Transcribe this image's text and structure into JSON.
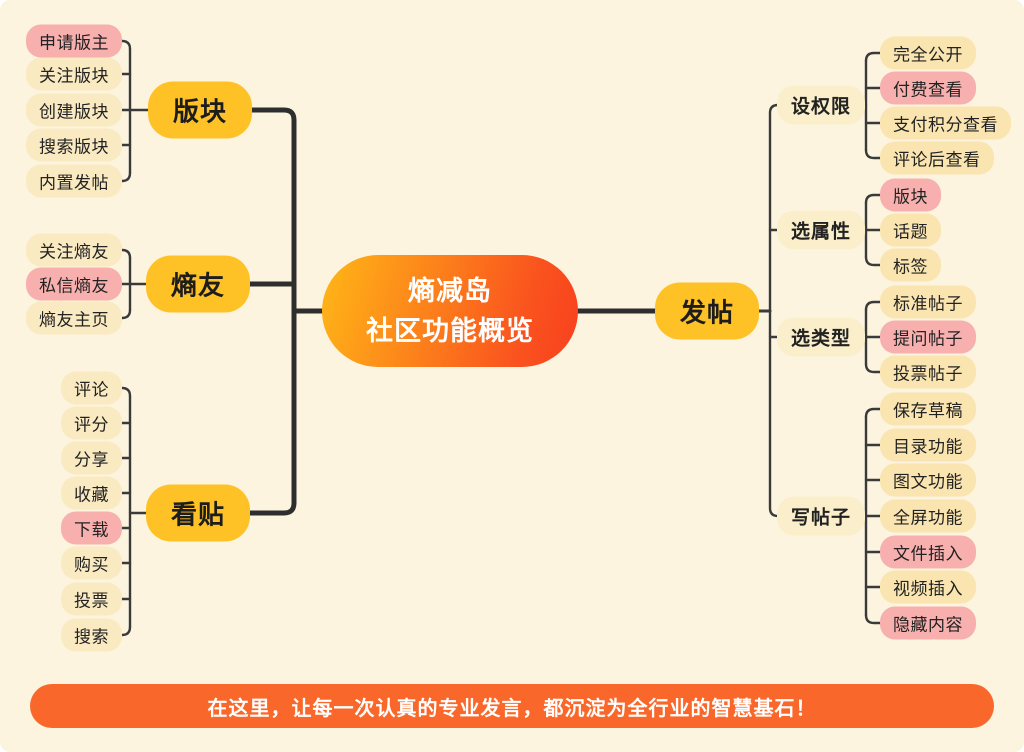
{
  "palette": {
    "background": "#FCF4DF",
    "branch_yellow": "#FFC226",
    "leaf_cream_left": "#FAEAC2",
    "leaf_cream_right": "#FAE5B0",
    "leaf_pink": "#F7B0AE",
    "sub_cream": "#FBEFCB",
    "center_gradient_start": "#FFB717",
    "center_gradient_end": "#F8401F",
    "banner_orange": "#F9682A",
    "wire_dark": "#333333"
  },
  "center": {
    "line1": "熵减岛",
    "line2": "社区功能概览"
  },
  "left_branches": [
    {
      "label": "版块",
      "children": [
        {
          "label": "申请版主",
          "color": "pink"
        },
        {
          "label": "关注版块",
          "color": "cream"
        },
        {
          "label": "创建版块",
          "color": "cream"
        },
        {
          "label": "搜索版块",
          "color": "cream"
        },
        {
          "label": "内置发帖",
          "color": "cream"
        }
      ]
    },
    {
      "label": "熵友",
      "children": [
        {
          "label": "关注熵友",
          "color": "cream"
        },
        {
          "label": "私信熵友",
          "color": "pink"
        },
        {
          "label": "熵友主页",
          "color": "cream"
        }
      ]
    },
    {
      "label": "看贴",
      "children": [
        {
          "label": "评论",
          "color": "cream"
        },
        {
          "label": "评分",
          "color": "cream"
        },
        {
          "label": "分享",
          "color": "cream"
        },
        {
          "label": "收藏",
          "color": "cream"
        },
        {
          "label": "下载",
          "color": "pink"
        },
        {
          "label": "购买",
          "color": "cream"
        },
        {
          "label": "投票",
          "color": "cream"
        },
        {
          "label": "搜索",
          "color": "cream"
        }
      ]
    }
  ],
  "right_branch": {
    "label": "发帖",
    "groups": [
      {
        "label": "设权限",
        "children": [
          {
            "label": "完全公开",
            "color": "cream"
          },
          {
            "label": "付费查看",
            "color": "pink"
          },
          {
            "label": "支付积分查看",
            "color": "cream"
          },
          {
            "label": "评论后查看",
            "color": "cream"
          }
        ]
      },
      {
        "label": "选属性",
        "children": [
          {
            "label": "版块",
            "color": "pink"
          },
          {
            "label": "话题",
            "color": "cream"
          },
          {
            "label": "标签",
            "color": "cream"
          }
        ]
      },
      {
        "label": "选类型",
        "children": [
          {
            "label": "标准帖子",
            "color": "cream"
          },
          {
            "label": "提问帖子",
            "color": "pink"
          },
          {
            "label": "投票帖子",
            "color": "cream"
          }
        ]
      },
      {
        "label": "写帖子",
        "children": [
          {
            "label": "保存草稿",
            "color": "cream"
          },
          {
            "label": "目录功能",
            "color": "cream"
          },
          {
            "label": "图文功能",
            "color": "cream"
          },
          {
            "label": "全屏功能",
            "color": "cream"
          },
          {
            "label": "文件插入",
            "color": "pink"
          },
          {
            "label": "视频插入",
            "color": "cream"
          },
          {
            "label": "隐藏内容",
            "color": "pink"
          }
        ]
      }
    ]
  },
  "banner": {
    "text": "在这里，让每一次认真的专业发言，都沉淀为全行业的智慧基石！"
  }
}
